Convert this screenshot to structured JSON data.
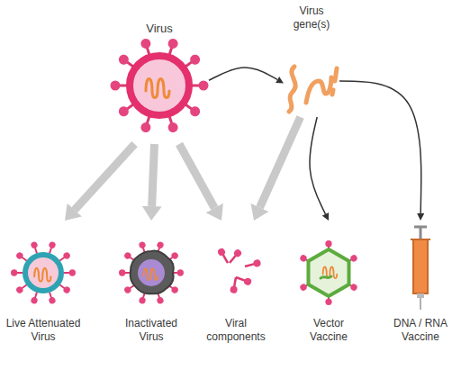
{
  "diagram": {
    "nodes": [
      {
        "text": [
          "Virus"
        ]
      },
      {
        "text": [
          "Virus gene(s)"
        ]
      },
      {
        "text": [
          "Live Attenuated Virus"
        ]
      },
      {
        "text": [
          "Inactivated Virus"
        ]
      },
      {
        "text": [
          "Viral components"
        ]
      },
      {
        "text": [
          "Vector Vaccine"
        ]
      },
      {
        "text": [
          "DNA / RNA Vaccine"
        ]
      }
    ],
    "edges": [
      {
        "from": 0,
        "to": 1,
        "arrow": "to"
      },
      {
        "from": 0,
        "to": 2,
        "arrow": "to"
      },
      {
        "from": 0,
        "to": 3,
        "arrow": "to"
      },
      {
        "from": 0,
        "to": 4,
        "arrow": "to"
      },
      {
        "from": 1,
        "to": 4,
        "arrow": "to"
      },
      {
        "from": 1,
        "to": 5,
        "arrow": "to"
      },
      {
        "from": 1,
        "to": 6,
        "arrow": "to"
      }
    ]
  }
}
